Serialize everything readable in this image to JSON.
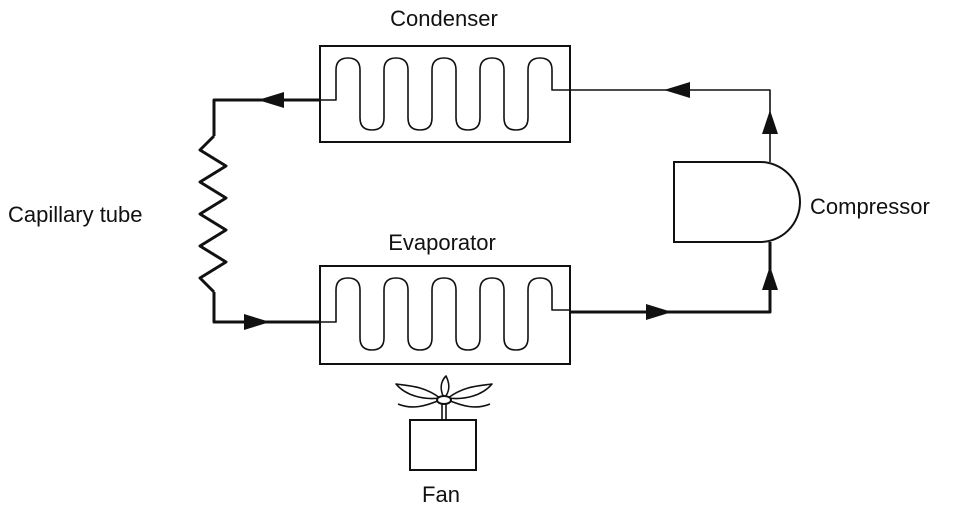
{
  "labels": {
    "condenser": "Condenser",
    "evaporator": "Evaporator",
    "compressor": "Compressor",
    "capillary_tube": "Capillary tube",
    "fan": "Fan"
  },
  "colors": {
    "stroke": "#111111",
    "background": "#ffffff"
  }
}
